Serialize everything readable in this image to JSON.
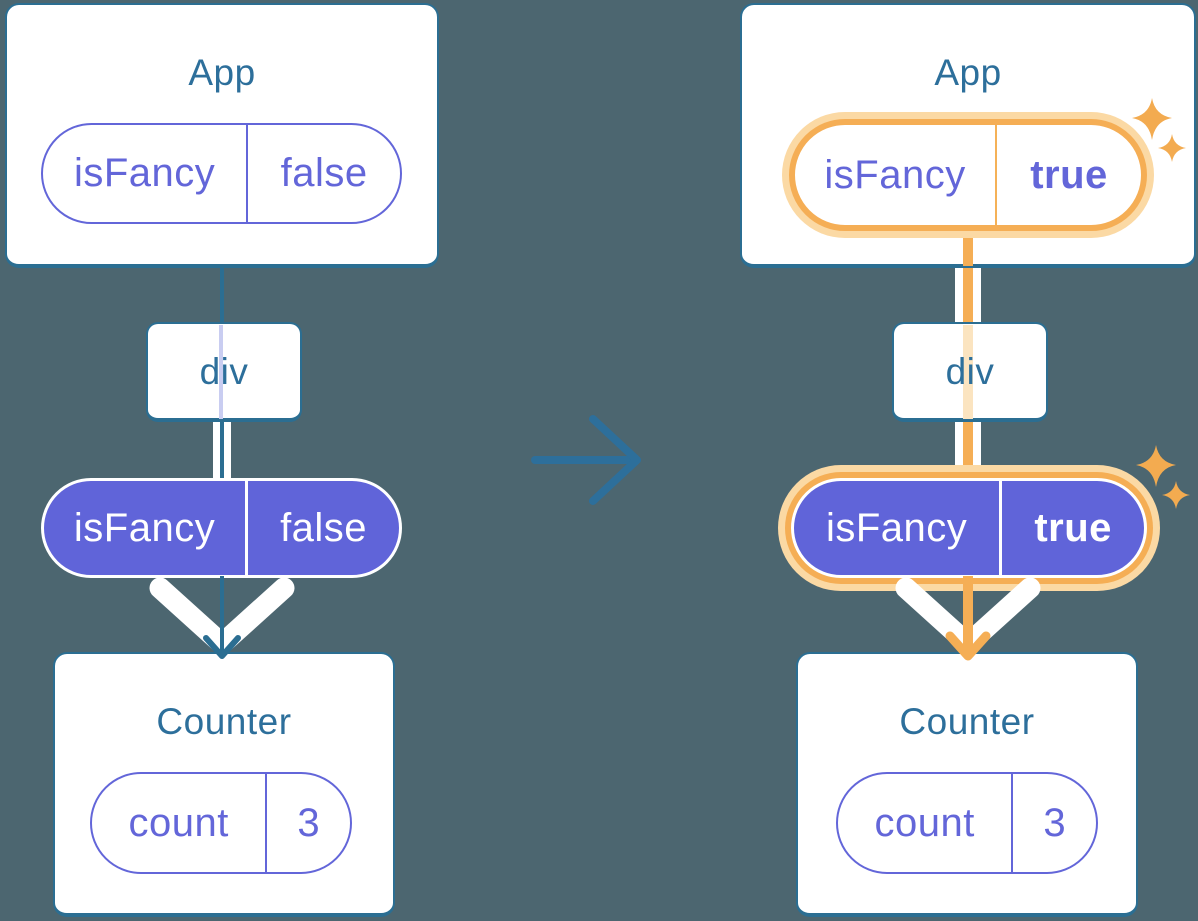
{
  "left_tree": {
    "root": {
      "title": "App",
      "prop": {
        "name": "isFancy",
        "value": "false"
      }
    },
    "middle": {
      "title": "div"
    },
    "passed_prop": {
      "name": "isFancy",
      "value": "false"
    },
    "leaf": {
      "title": "Counter",
      "prop": {
        "name": "count",
        "value": "3"
      }
    }
  },
  "right_tree": {
    "root": {
      "title": "App",
      "prop": {
        "name": "isFancy",
        "value": "true"
      }
    },
    "middle": {
      "title": "div"
    },
    "passed_prop": {
      "name": "isFancy",
      "value": "true"
    },
    "leaf": {
      "title": "Counter",
      "prop": {
        "name": "count",
        "value": "3"
      }
    }
  },
  "icons": {
    "arrow-right-icon": "→",
    "arrow-down-icon": "↓",
    "sparkle-icon": "✦"
  },
  "colors": {
    "background": "#4c6670",
    "card_border": "#2b6e92",
    "title_text": "#2d6f9b",
    "purple_outline": "#6366d9",
    "purple_fill": "#6064d9",
    "highlight_orange": "#f5ae55",
    "highlight_halo": "#fbd9a4",
    "white": "#ffffff"
  }
}
